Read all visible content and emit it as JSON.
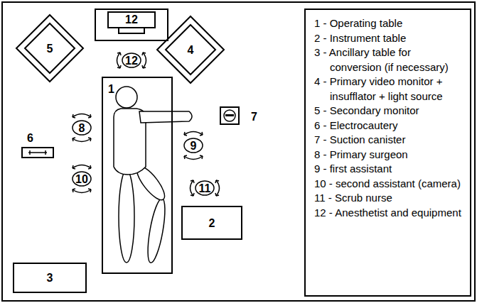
{
  "diagram": {
    "nodes": [
      {
        "text": [
          "12"
        ]
      },
      {
        "text": [
          "5"
        ]
      },
      {
        "text": [
          "4"
        ]
      },
      {
        "text": [
          "1 - Operating table",
          "2 - Instrument table",
          "3 - Ancillary table for conversion (if necessary)",
          "4 - Primary video monitor + insufflator + light source",
          "5 - Secondary monitor",
          "6 - Electrocautery",
          "7 - Suction canister",
          "8 - Primary surgeon",
          "9 - first assistant",
          "10 - second assistant (camera)",
          "11 - Scrub nurse",
          "12 - Anesthetist and equipment"
        ]
      },
      {
        "text": [
          "12"
        ]
      },
      {
        "text": [
          "1"
        ]
      },
      {
        "text": [
          "8"
        ]
      },
      {
        "text": [
          "6"
        ]
      },
      {
        "text": [
          "7"
        ]
      },
      {
        "text": [
          "9"
        ]
      },
      {
        "text": [
          "10"
        ]
      },
      {
        "text": [
          "11"
        ]
      },
      {
        "text": [
          "2"
        ]
      },
      {
        "text": [
          "3"
        ]
      }
    ]
  }
}
